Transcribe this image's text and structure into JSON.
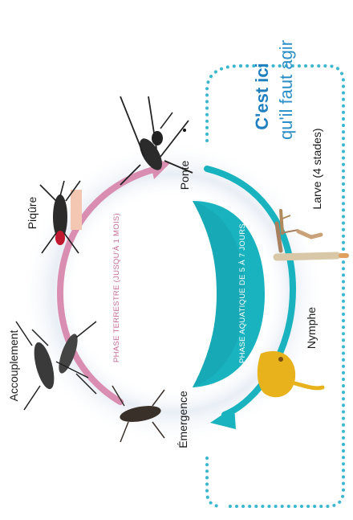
{
  "labels": {
    "callout_bold": "C'est ici",
    "callout_rest": "qu'il faut agir",
    "ponte": "Ponte",
    "piqure": "Piqûre",
    "accouplement": "Accouplement",
    "emergence": "Émergence",
    "nymphe": "Nymphe",
    "larve": "Larve (4 stades)"
  },
  "phases": {
    "terrestre": "PHASE TERRESTRE (JUSQU'À 1 MOIS)",
    "aquatique": "PHASE AQUATIQUE DE 5 À 7 JOURS"
  },
  "colors": {
    "accent_teal": "#19b3bf",
    "pink_arrow": "#d98db0",
    "callout_blue": "#2c8fc8",
    "dotted_teal": "#3bb7d0",
    "halo": "#eef2f7"
  },
  "icons": [
    "mosquito-egg-laying-icon",
    "mosquito-biting-icon",
    "mosquitoes-mating-icon",
    "mosquito-emerging-icon",
    "pupa-icon",
    "larvae-icon"
  ]
}
